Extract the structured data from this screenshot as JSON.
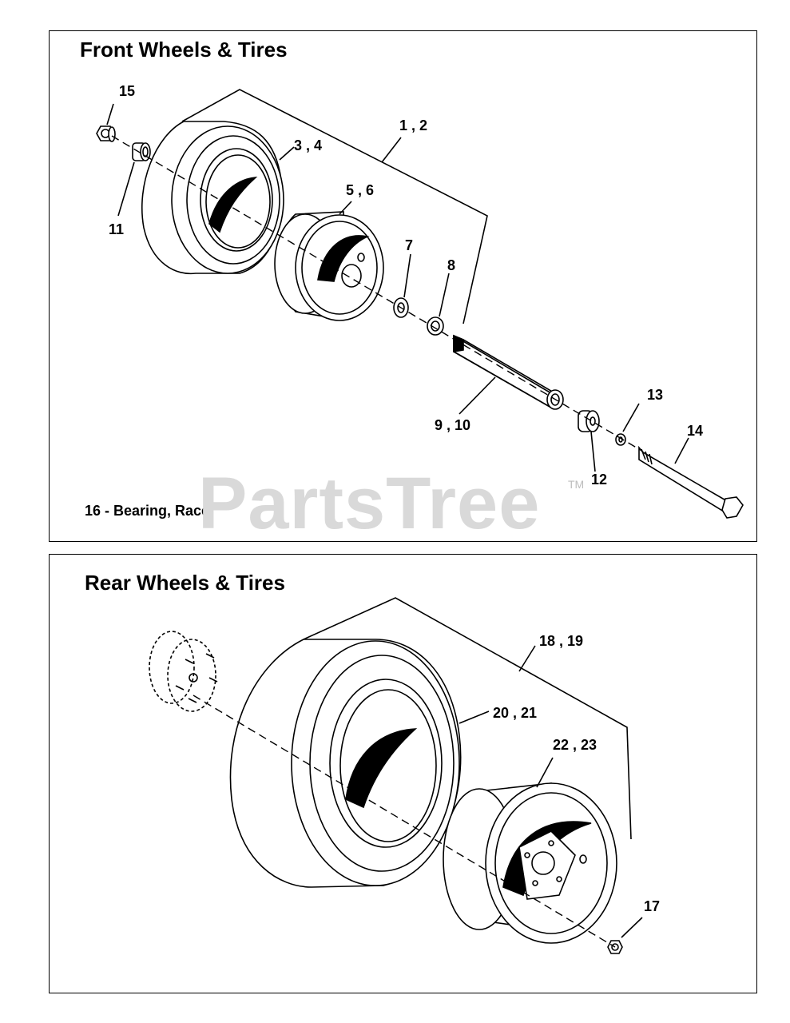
{
  "front": {
    "title": "Front Wheels & Tires",
    "note": "16 - Bearing, Race",
    "callouts": [
      {
        "id": "c15",
        "label": "15"
      },
      {
        "id": "c1-2",
        "label": "1 , 2"
      },
      {
        "id": "c3-4",
        "label": "3 , 4"
      },
      {
        "id": "c5-6",
        "label": "5 , 6"
      },
      {
        "id": "c11",
        "label": "11"
      },
      {
        "id": "c7",
        "label": "7"
      },
      {
        "id": "c8",
        "label": "8"
      },
      {
        "id": "c9-10",
        "label": "9 , 10"
      },
      {
        "id": "c13",
        "label": "13"
      },
      {
        "id": "c14",
        "label": "14"
      },
      {
        "id": "c12",
        "label": "12"
      }
    ]
  },
  "rear": {
    "title": "Rear Wheels & Tires",
    "callouts": [
      {
        "id": "c18-19",
        "label": "18 , 19"
      },
      {
        "id": "c20-21",
        "label": "20 , 21"
      },
      {
        "id": "c22-23",
        "label": "22 , 23"
      },
      {
        "id": "c17",
        "label": "17"
      }
    ]
  },
  "watermark": {
    "text": "PartsTree",
    "tm": "TM"
  }
}
